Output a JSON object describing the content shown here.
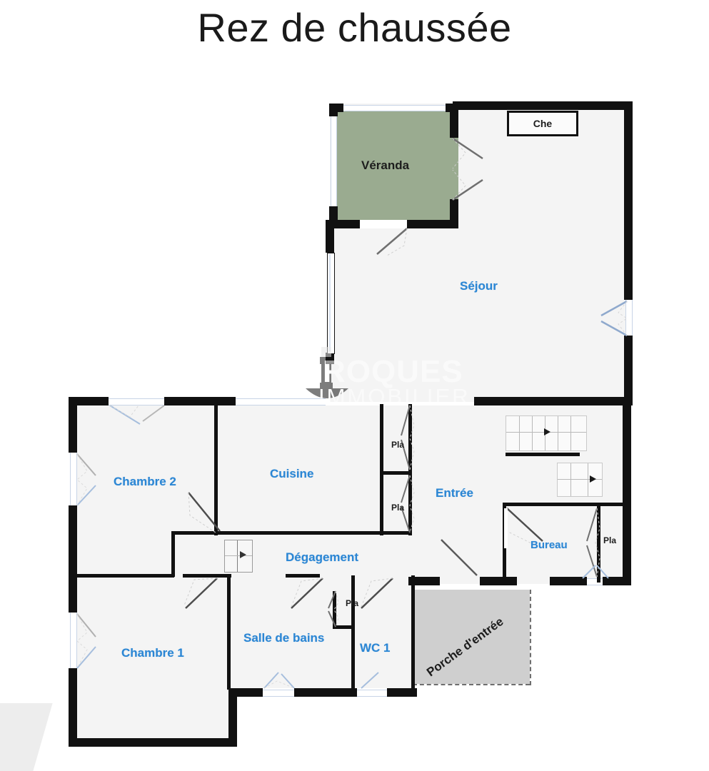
{
  "title": "Rez de chaussée",
  "watermark": {
    "line1": "ROQUES",
    "line2": "IMMOBILIER"
  },
  "rooms": [
    {
      "key": "veranda",
      "label": "Véranda",
      "color": "#9aab90",
      "label_color": "#1d1d1d"
    },
    {
      "key": "sejour",
      "label": "Séjour",
      "color": "#f4f4f4",
      "label_color": "#2b86d4"
    },
    {
      "key": "chambre2",
      "label": "Chambre 2",
      "color": "#f4f4f4",
      "label_color": "#2b86d4"
    },
    {
      "key": "cuisine",
      "label": "Cuisine",
      "color": "#f4f4f4",
      "label_color": "#2b86d4"
    },
    {
      "key": "entree",
      "label": "Entrée",
      "color": "#f4f4f4",
      "label_color": "#2b86d4"
    },
    {
      "key": "bureau",
      "label": "Bureau",
      "color": "#f4f4f4",
      "label_color": "#2b86d4"
    },
    {
      "key": "degagement",
      "label": "Dégagement",
      "color": "#f4f4f4",
      "label_color": "#2b86d4"
    },
    {
      "key": "chambre1",
      "label": "Chambre 1",
      "color": "#f4f4f4",
      "label_color": "#2b86d4"
    },
    {
      "key": "salle_de_bains",
      "label": "Salle de bains",
      "color": "#f4f4f4",
      "label_color": "#2b86d4"
    },
    {
      "key": "wc1",
      "label": "WC 1",
      "color": "#f4f4f4",
      "label_color": "#2b86d4"
    },
    {
      "key": "porche",
      "label": "Porche d'entrée",
      "color": "#cfcfcf",
      "label_color": "#1d1d1d"
    }
  ],
  "fixtures": {
    "cheminee": "Che",
    "placard_cuisine_top": "Pla",
    "placard_cuisine_bottom": "Pla",
    "placard_bureau": "Pla",
    "placard_sdb": "Pla"
  },
  "colors": {
    "wall": "#111111",
    "room_fill": "#f4f4f4",
    "veranda_fill": "#9aab90",
    "porch_fill": "#cfcfcf",
    "label_blue": "#2b86d4",
    "label_black": "#1d1d1d",
    "background": "#ffffff"
  }
}
